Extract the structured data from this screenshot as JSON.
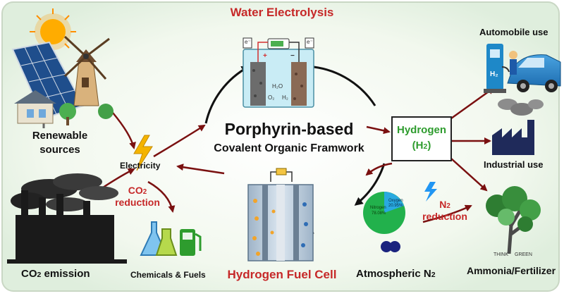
{
  "center": {
    "line1": "Porphyrin-based",
    "line2": "Covalent Organic Framwork"
  },
  "top": {
    "water_electrolysis": "Water Electrolysis"
  },
  "bottom": {
    "fuel_cell": "Hydrogen Fuel Cell"
  },
  "left": {
    "renewable_line1": "Renewable",
    "renewable_line2": "sources",
    "electricity": "Electricity",
    "co2_emission_pre": "CO",
    "co2_emission_sub": "2",
    "co2_emission_post": " emission",
    "chemicals": "Chemicals & Fuels",
    "co2_red_pre": "CO",
    "co2_red_sub": "2",
    "co2_red_post": "reduction"
  },
  "right": {
    "hydrogen": "Hydrogen",
    "h2_pre": "(H",
    "h2_sub": "2",
    "h2_post": ")",
    "automobile": "Automobile use",
    "industrial": "Industrial use",
    "ammonia": "Ammonia/Fertilizer",
    "atm_pre": "Atmospheric N",
    "atm_sub": "2",
    "n2_red_pre": "N",
    "n2_red_sub": "2",
    "n2_red_post": "reduction",
    "car_h2_label": "H₂",
    "tree_think": "THINK",
    "tree_green": "GREEN",
    "pie_nitrogen": "Nitrogen",
    "pie_nitrogen_pct": "78.08%",
    "pie_oxygen": "Oxygen",
    "pie_oxygen_pct": "20.95%"
  },
  "electrolysis": {
    "e_left": "e⁻",
    "e_right": "e⁻",
    "plus": "+",
    "minus": "−",
    "h2o": "H₂O",
    "o2": "O₂",
    "h2": "H₂"
  },
  "colors": {
    "accent_red": "#c62828",
    "hydrogen_green": "#2e9c2e",
    "arrow_dark": "#7a1010",
    "ring": "#111111"
  }
}
